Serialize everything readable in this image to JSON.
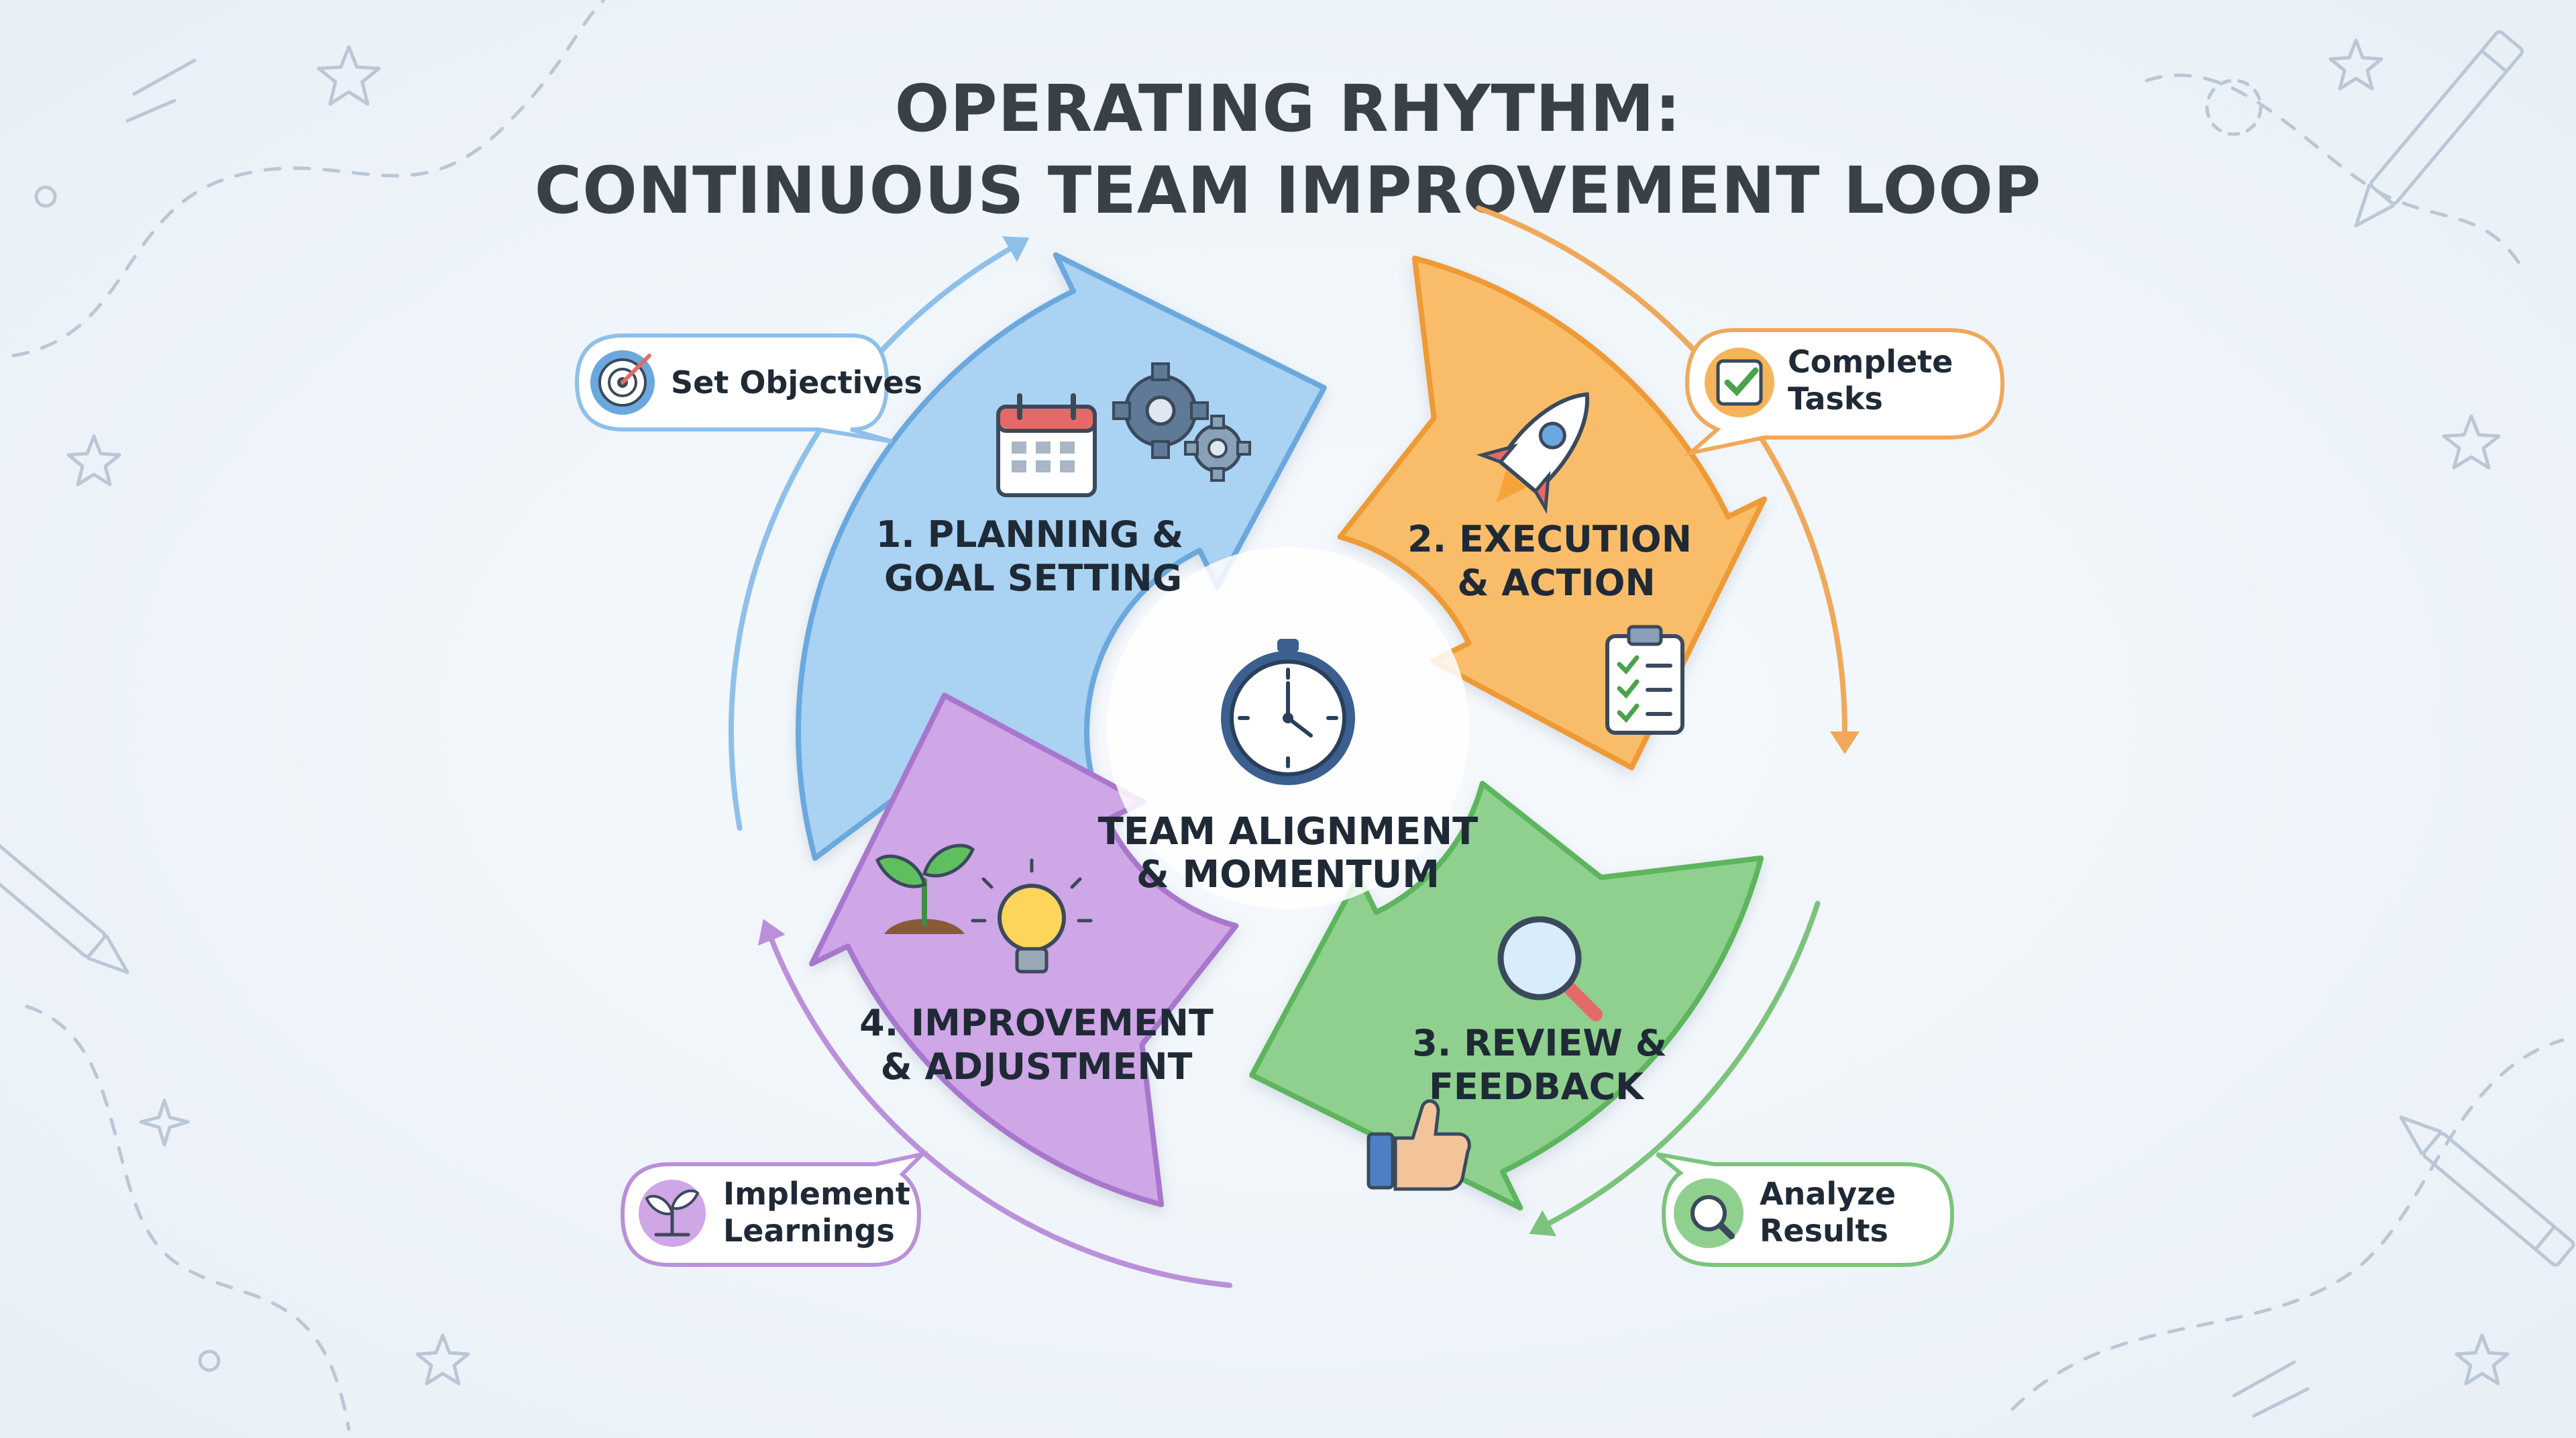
{
  "title": {
    "line1": "OPERATING RHYTHM:",
    "line2": "CONTINUOUS TEAM IMPROVEMENT LOOP"
  },
  "center": {
    "line1": "TEAM ALIGNMENT",
    "line2": "& MOMENTUM",
    "icon": "clock-icon"
  },
  "segments": [
    {
      "line1": "1. PLANNING &",
      "line2": "GOAL SETTING",
      "color": "#a9d2f3",
      "stroke": "#6aa8de",
      "icons": [
        "calendar-icon",
        "gears-icon"
      ]
    },
    {
      "line1": "2. EXECUTION",
      "line2": "& ACTION",
      "color": "#f9bd6a",
      "stroke": "#ee9a34",
      "icons": [
        "rocket-icon",
        "clipboard-icon"
      ]
    },
    {
      "line1": "3. REVIEW &",
      "line2": "FEEDBACK",
      "color": "#8fd08f",
      "stroke": "#5db55d",
      "icons": [
        "magnifier-icon",
        "thumbs-up-icon"
      ]
    },
    {
      "line1": "4. IMPROVEMENT",
      "line2": "& ADJUSTMENT",
      "color": "#cfa6e6",
      "stroke": "#a877cd",
      "icons": [
        "sprout-icon",
        "lightbulb-icon"
      ]
    }
  ],
  "callouts": [
    {
      "line1": "Set Objectives",
      "line2": "",
      "icon": "target-icon",
      "accent": "#6aa8de"
    },
    {
      "line1": "Complete",
      "line2": "Tasks",
      "icon": "checkbox-icon",
      "accent": "#ee9a34"
    },
    {
      "line1": "Analyze",
      "line2": "Results",
      "icon": "magnifier-icon",
      "accent": "#5db55d"
    },
    {
      "line1": "Implement",
      "line2": "Learnings",
      "icon": "sprout-icon",
      "accent": "#a877cd"
    }
  ]
}
